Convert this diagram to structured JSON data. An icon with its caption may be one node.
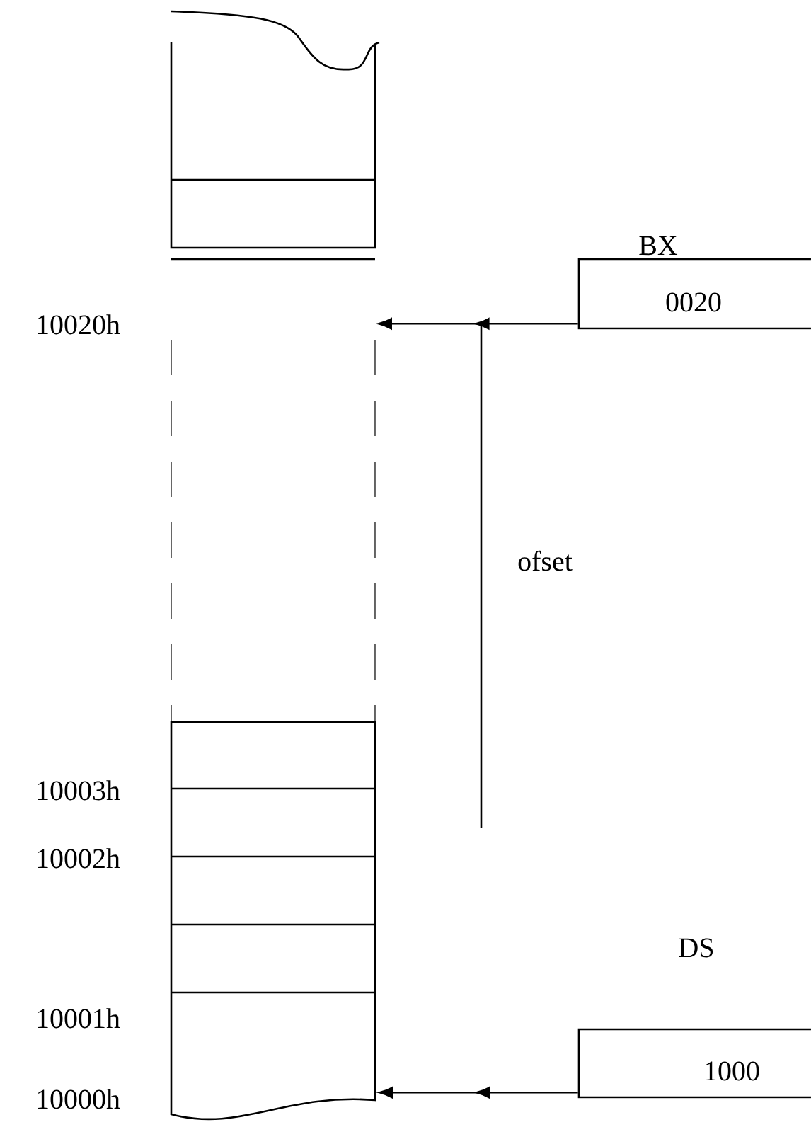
{
  "diagram": {
    "nodes": [
      {
        "text": [
          "BX",
          "0020"
        ]
      },
      {
        "text": [],
        "shape": "box"
      },
      {
        "text": [
          "DS",
          "1000"
        ]
      }
    ],
    "edges": [
      {
        "from": 0,
        "to": null,
        "arrow": "to"
      },
      {
        "from": 2,
        "to": 1,
        "arrow": "to"
      }
    ],
    "labels": [
      "10020h",
      "ofset",
      "10003h",
      "10002h",
      "10001h",
      "10000h"
    ]
  }
}
